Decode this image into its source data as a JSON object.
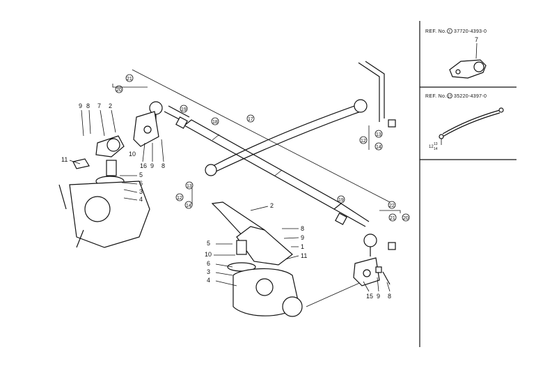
{
  "insets": {
    "top": {
      "ref_label": "REF. No.",
      "ref_circle": "7",
      "part_number": "37720-4393-0",
      "callout": "7"
    },
    "middle": {
      "ref_label": "REF. No.",
      "ref_circle": "17",
      "part_number": "35220-4397-0",
      "callout_a": "13",
      "callout_b": "14",
      "callout_c": "12"
    }
  },
  "callouts": {
    "left": {
      "c9": "9",
      "c8": "8",
      "c7": "7",
      "c2": "2",
      "c10": "10",
      "c11": "11",
      "c5": "5",
      "c6": "6",
      "c3": "3",
      "c4": "4"
    },
    "upper_center": {
      "c21": "21",
      "c20": "20",
      "c19": "19",
      "c16": "16",
      "c9": "9",
      "c8": "8",
      "c18": "18",
      "c17": "17"
    },
    "upper_right": {
      "c13": "13",
      "c14": "14",
      "c12": "12"
    },
    "center": {
      "c13": "13",
      "c12": "12",
      "c14": "14",
      "c2": "2",
      "c8": "8",
      "c9": "9",
      "c5": "5",
      "c1": "1",
      "c10": "10",
      "c11": "11",
      "c6": "6",
      "c3": "3",
      "c4": "4"
    },
    "lower_right": {
      "c19": "19",
      "c21": "21",
      "c20": "20",
      "c22": "22",
      "c15": "15",
      "c9": "9",
      "c8": "8"
    }
  }
}
